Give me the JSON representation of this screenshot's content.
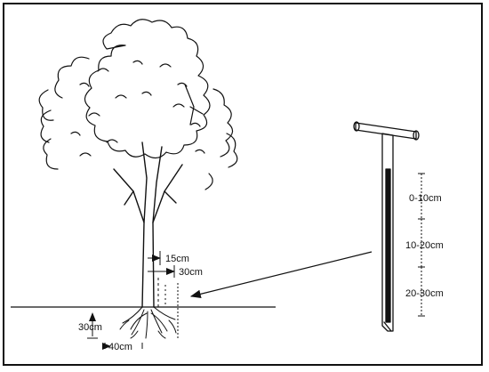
{
  "labels": {
    "trunk_offset_1": "15cm",
    "trunk_offset_2": "30cm",
    "root_depth": "30cm",
    "root_width": "40cm",
    "depth_0_10": "0-10cm",
    "depth_10_20": "10-20cm",
    "depth_20_30": "20-30cm"
  },
  "colors": {
    "ink": "#111111",
    "background": "#ffffff"
  },
  "icons": [
    "tree-illustration",
    "soil-auger-icon",
    "arrow-icon"
  ]
}
